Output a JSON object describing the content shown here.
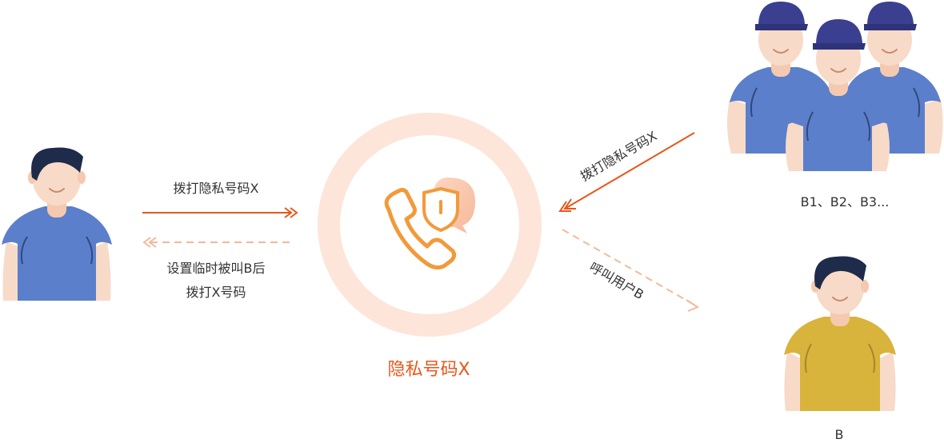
{
  "labels": {
    "dial_x_left": "拨打隐私号码X",
    "callback_line1": "设置临时被叫B后",
    "callback_line2": "拨打X号码",
    "center_title": "隐私号码X",
    "dial_x_right": "拨打隐私号码X",
    "call_user_b": "呼叫用户B",
    "group_label": "B1、B2、B3...",
    "user_b_label": "B"
  },
  "colors": {
    "accent": "#e8571b",
    "accent_light": "#f5b99a",
    "ring": "#fde5d9",
    "shirt_blue": "#5b7fcb",
    "shirt_yellow": "#d8b43c",
    "hair": "#1e2b4a",
    "cap": "#3b3f8f",
    "skin": "#f8dac8",
    "text": "#333333"
  },
  "icons": {
    "center": "phone-shield-icon"
  }
}
